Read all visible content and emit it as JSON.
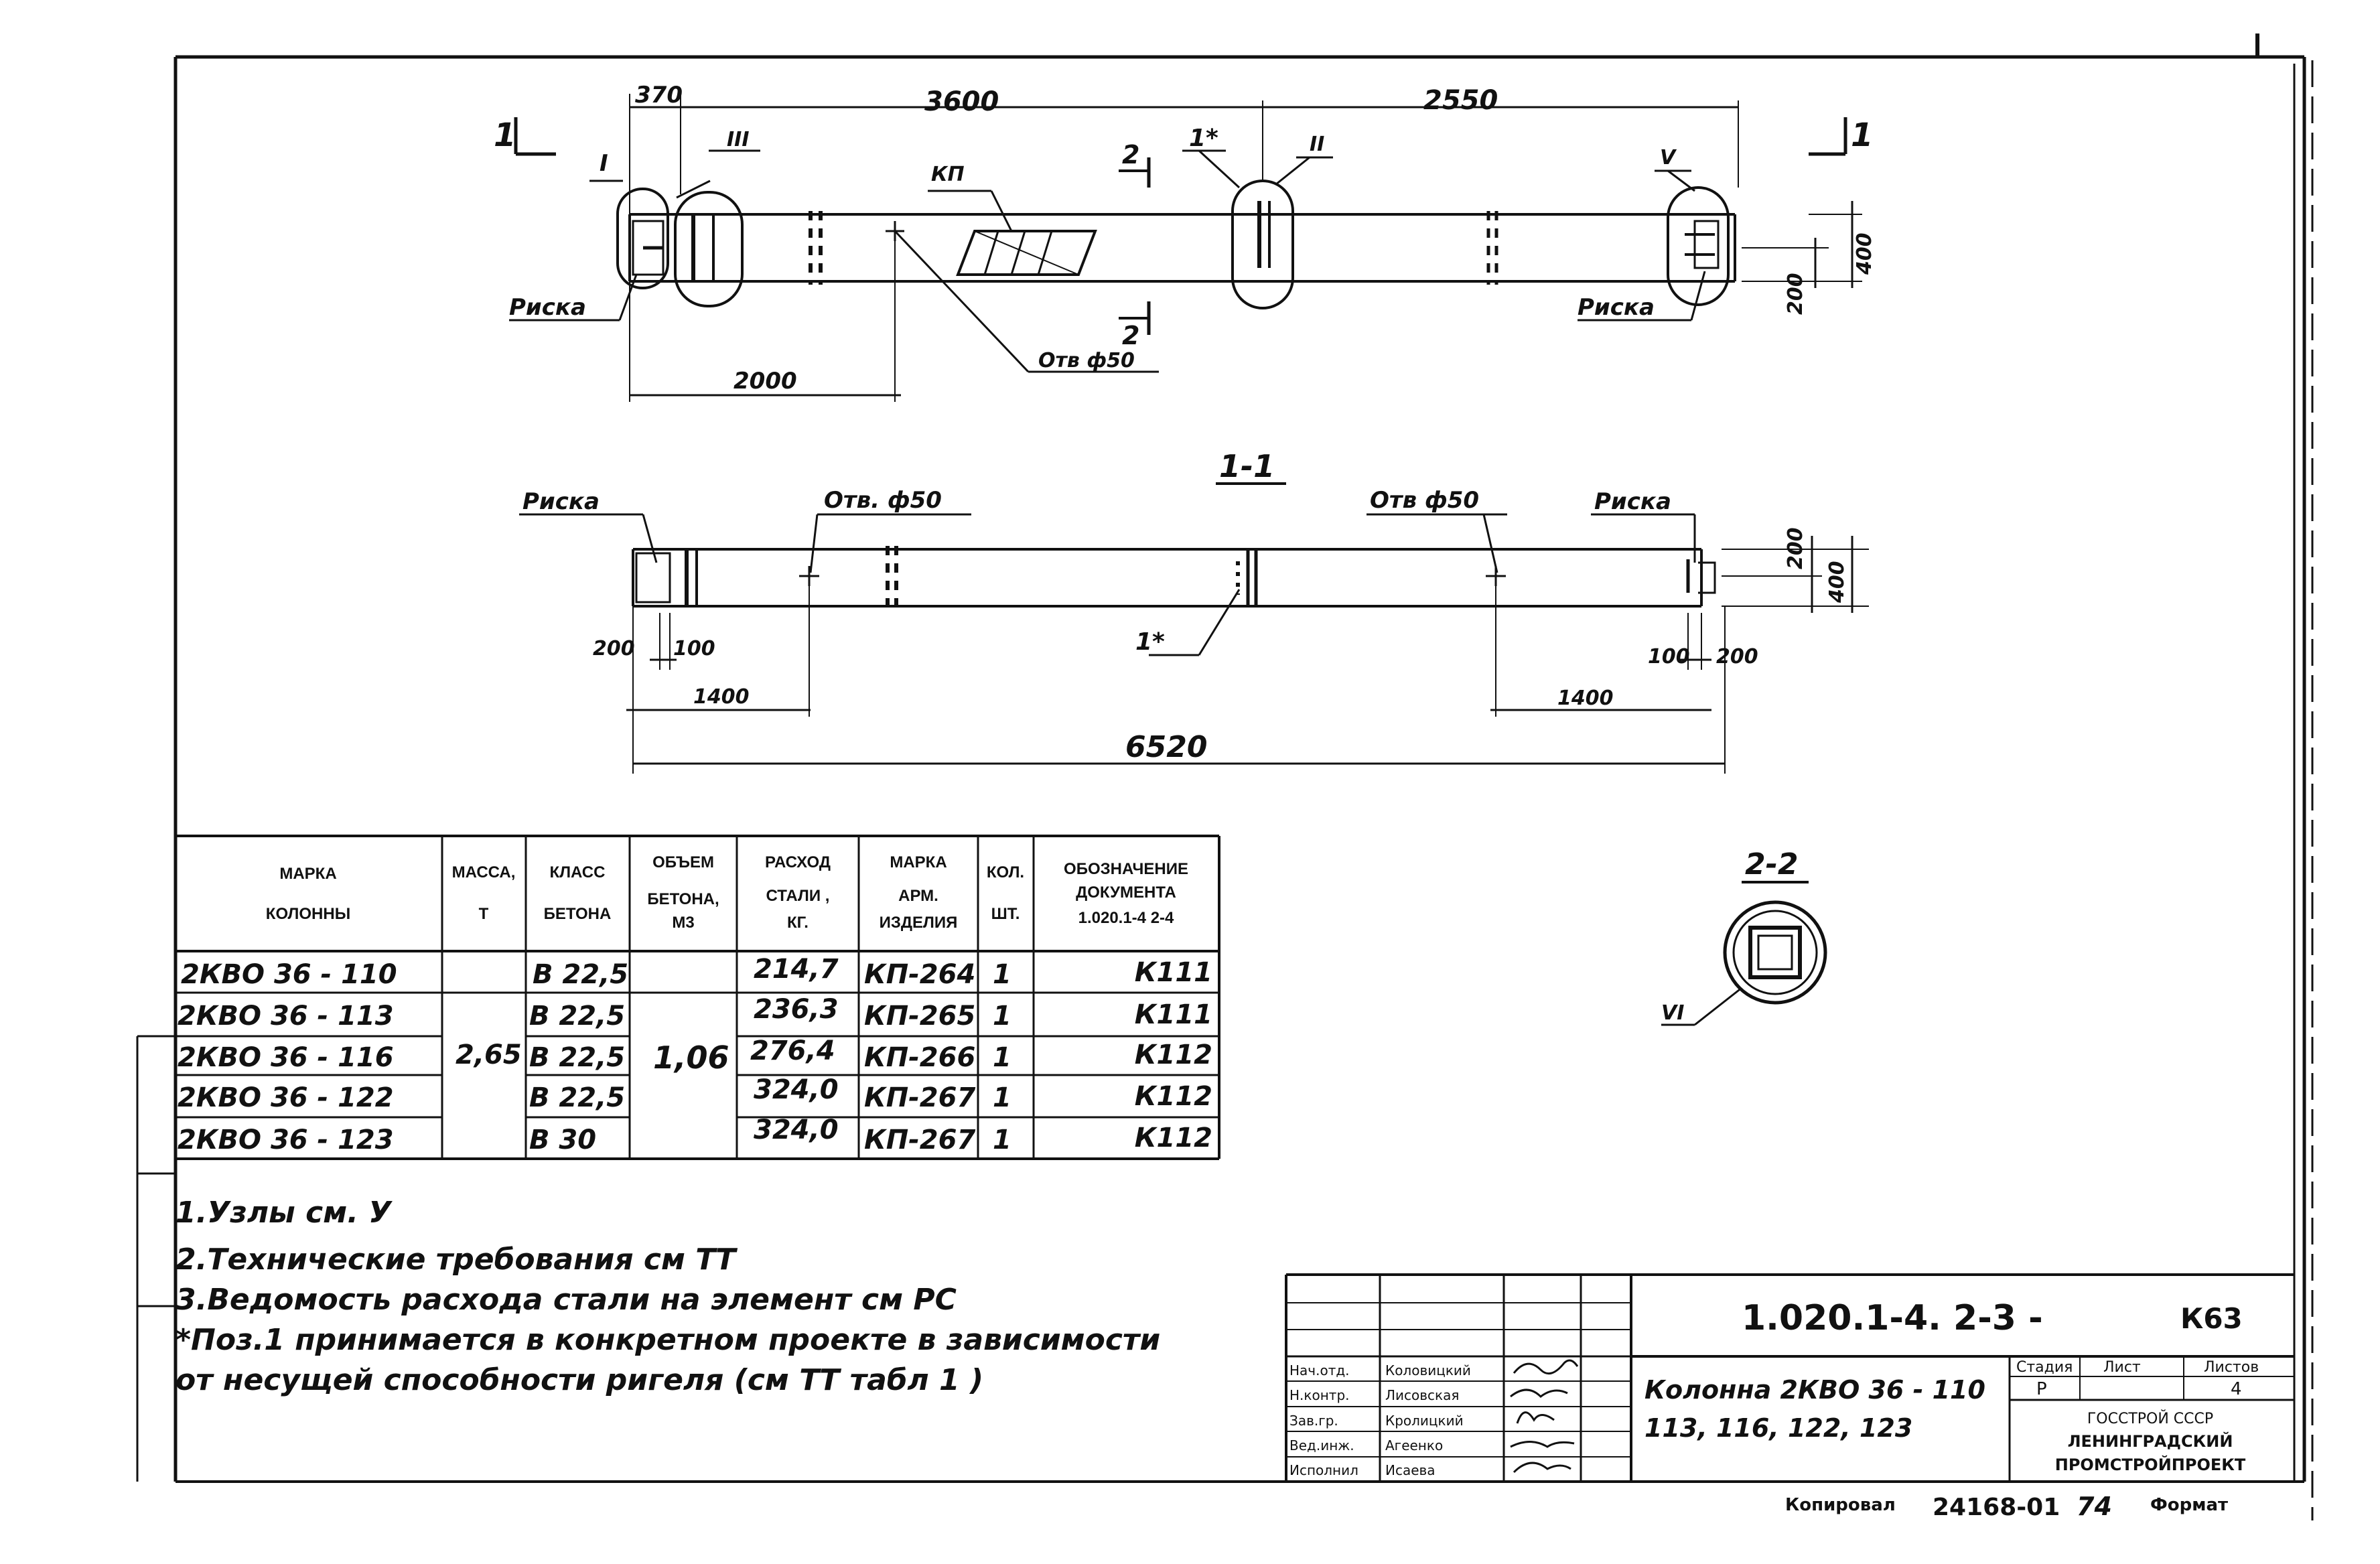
{
  "plan": {
    "dims_top": [
      "370",
      "3600",
      "2550"
    ],
    "section_marks": [
      "1",
      "1",
      "2",
      "2"
    ],
    "node_marks": [
      "I",
      "III",
      "II",
      "V"
    ],
    "pos_mark": "1*",
    "label_kp": "КП",
    "riska_left": "Риска",
    "riska_right": "Риска",
    "hole": "Отв ф50",
    "dim_2000": "2000",
    "dim_200": "200",
    "dim_400": "400"
  },
  "section11": {
    "title": "1-1",
    "riska_left": "Риска",
    "riska_right": "Риска",
    "hole_left": "Отв. ф50",
    "hole_right": "Отв ф50",
    "pos_mark": "1*",
    "dim_200_l": "200",
    "dim_100_l": "100",
    "dim_1400_l": "1400",
    "dim_100_r": "100",
    "dim_200_r": "200",
    "dim_1400_r": "1400",
    "dim_total": "6520",
    "dim_v200": "200",
    "dim_v400": "400"
  },
  "section22": {
    "title": "2-2",
    "node": "VI"
  },
  "table": {
    "headers": {
      "mark_1": "МАРКА",
      "mark_2": "КОЛОННЫ",
      "mass_1": "МАССА,",
      "mass_2": "Т",
      "class_1": "КЛАСС",
      "class_2": "БЕТОНА",
      "vol_1": "ОБЪЕМ",
      "vol_2": "БЕТОНА,",
      "vol_3": "М3",
      "steel_1": "РАСХОД",
      "steel_2": "СТАЛИ ,",
      "steel_3": "КГ.",
      "art_1": "МАРКА",
      "art_2": "АРМ.",
      "art_3": "ИЗДЕЛИЯ",
      "qty_1": "КОЛ.",
      "qty_2": "ШТ.",
      "doc_1": "ОБОЗНАЧЕНИЕ",
      "doc_2": "ДОКУМЕНТА",
      "doc_3": "1.020.1-4 2-4"
    },
    "mass": "2,65",
    "volume": "1,06",
    "rows": [
      {
        "mark": "2КВО 36 - 110",
        "class": "В 22,5",
        "steel": "214,7",
        "art": "КП-264",
        "qty": "1",
        "doc": "К111"
      },
      {
        "mark": "2КВО 36 - 113",
        "class": "В 22,5",
        "steel": "236,3",
        "art": "КП-265",
        "qty": "1",
        "doc": "К111"
      },
      {
        "mark": "2КВО 36 - 116",
        "class": "В 22,5",
        "steel": "276,4",
        "art": "КП-266",
        "qty": "1",
        "doc": "К112"
      },
      {
        "mark": "2КВО 36 - 122",
        "class": "В 22,5",
        "steel": "324,0",
        "art": "КП-267",
        "qty": "1",
        "doc": "К112"
      },
      {
        "mark": "2КВО 36 - 123",
        "class": "В 30",
        "steel": "324,0",
        "art": "КП-267",
        "qty": "1",
        "doc": "К112"
      }
    ]
  },
  "notes": [
    "1.Узлы   см.  У",
    "2.Технические  требования   см  ТТ",
    "3.Ведомость расхода стали на элемент см РС",
    "*Поз.1 принимается в конкретном проекте в зависимости",
    "от несущей способности ригеля (см  ТТ табл 1     )"
  ],
  "title_block": {
    "code": "1.020.1-4.  2-3   -",
    "sheet_ref": "К63",
    "roles": [
      "Нач.отд.",
      "Н.контр.",
      "Зав.гр.",
      "Вед.инж.",
      "Исполнил"
    ],
    "names": [
      "Коловицкий",
      "Лисовская",
      "Кролицкий",
      "Агеенко",
      "Исаева"
    ],
    "name_1": "Колонна 2КВО 36 - 110",
    "name_2": "113, 116, 122, 123",
    "stage_label": "Стадия",
    "sheet_label": "Лист",
    "sheets_label": "Листов",
    "stage": "Р",
    "sheets": "4",
    "org_1": "ГОССТРОЙ СССР",
    "org_2": "ЛЕНИНГРАДСКИЙ",
    "org_3": "ПРОМСТРОЙПРОЕКТ"
  },
  "footer": {
    "copied": "Копировал",
    "number": "24168-01",
    "sheet_no": "74",
    "format": "Формат"
  }
}
